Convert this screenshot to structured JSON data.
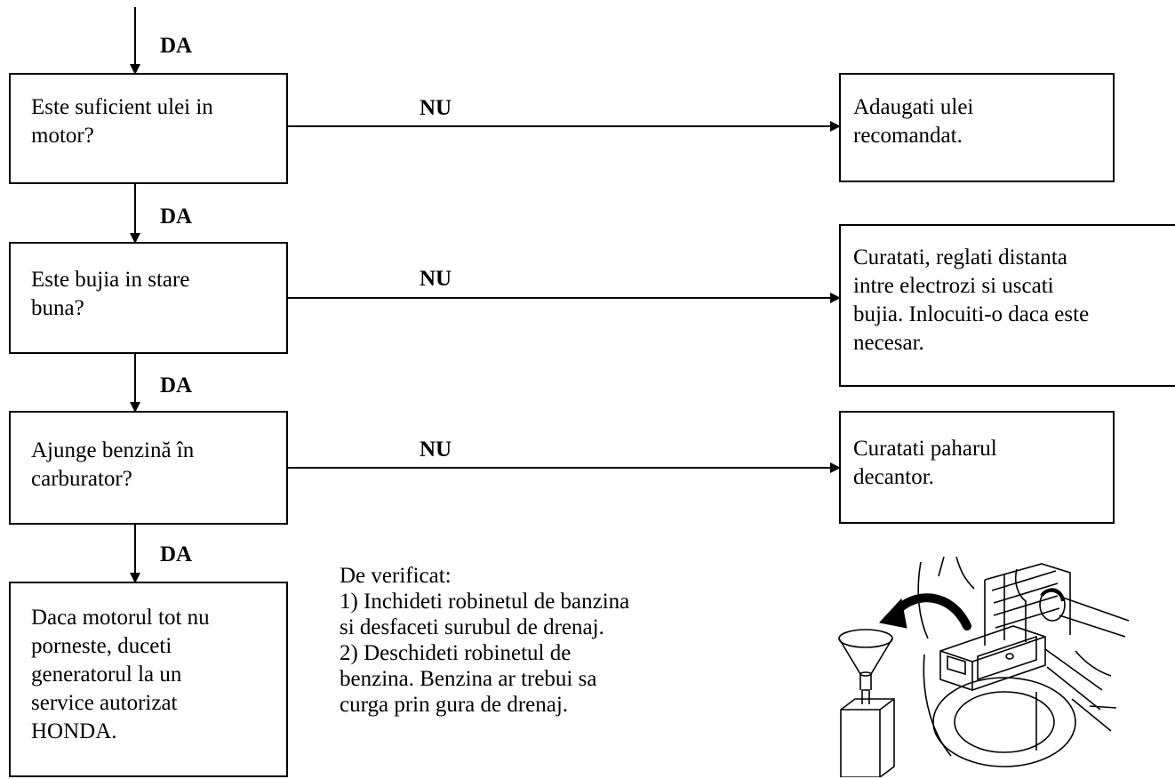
{
  "flow": {
    "top_label": "DA",
    "rows": [
      {
        "question": "Este suficient ulei in\nmotor?",
        "no_label": "NU",
        "action": "Adaugati ulei\nrecomandat.",
        "yes_label": "DA"
      },
      {
        "question": "Este bujia in stare\nbuna?",
        "no_label": "NU",
        "action": "Curatati, reglati distanta\nintre electrozi si uscati\nbujia. Inlocuiti-o daca este\nnecesar.",
        "yes_label": "DA"
      },
      {
        "question": "Ajunge benzină în\ncarburator?",
        "no_label": "NU",
        "action": "Curatati paharul\ndecantor.",
        "yes_label": "DA"
      }
    ],
    "final": "Daca motorul tot nu\nporneste, duceti\ngeneratorul la un\nservice autorizat\nHONDA."
  },
  "note": {
    "heading": "De verificat:",
    "lines": [
      "1) Inchideti robinetul de banzina",
      "si desfaceti surubul de drenaj.",
      "2) Deschideti robinetul de",
      "benzina. Benzina ar trebui sa",
      "curga prin gura de drenaj."
    ]
  },
  "illustration": {
    "icon": "fuel-drain-illustration"
  }
}
